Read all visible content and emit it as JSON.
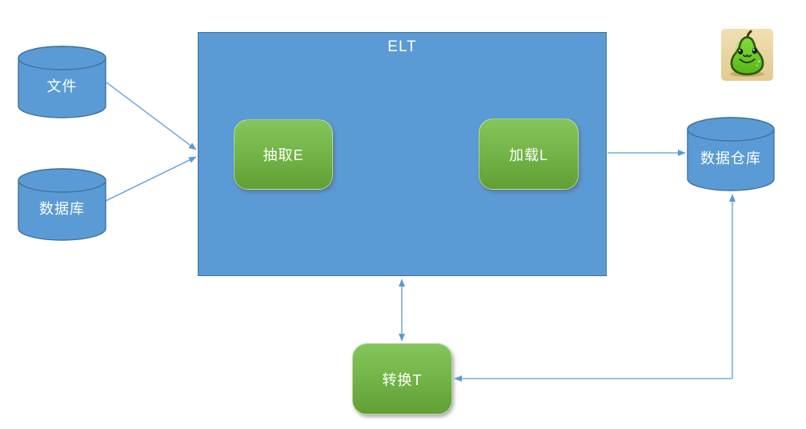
{
  "diagram": {
    "type": "flow-diagram",
    "title": "ELT",
    "nodes": {
      "file": {
        "label": "文件",
        "shape": "cylinder"
      },
      "database": {
        "label": "数据库",
        "shape": "cylinder"
      },
      "elt": {
        "label": "ELT",
        "shape": "container-rect"
      },
      "extract": {
        "label": "抽取E",
        "shape": "rounded-rect"
      },
      "load": {
        "label": "加载L",
        "shape": "rounded-rect"
      },
      "warehouse": {
        "label": "数据仓库",
        "shape": "cylinder"
      },
      "transform": {
        "label": "转换T",
        "shape": "rounded-rect"
      }
    },
    "edges": [
      {
        "from": "文件",
        "to": "ELT",
        "type": "arrow"
      },
      {
        "from": "数据库",
        "to": "ELT",
        "type": "arrow"
      },
      {
        "from": "ELT",
        "to": "数据仓库",
        "type": "arrow"
      },
      {
        "from": "ELT",
        "to": "转换T",
        "type": "double-arrow"
      },
      {
        "from": "数据仓库",
        "to": "转换T",
        "type": "double-arrow-elbow"
      }
    ],
    "icons": [
      {
        "name": "pear-mascot-icon"
      }
    ],
    "colors": {
      "shape_fill": "#5B9BD5",
      "shape_border": "#41719C",
      "connector": "#5B9BD5",
      "process_top": "#85C55D",
      "process_bottom": "#619F34",
      "text": "#FFFFFF",
      "mascot_bg": "#E8D2A0",
      "mascot_body": "#6FC82D",
      "background": "#FFFFFF"
    }
  }
}
